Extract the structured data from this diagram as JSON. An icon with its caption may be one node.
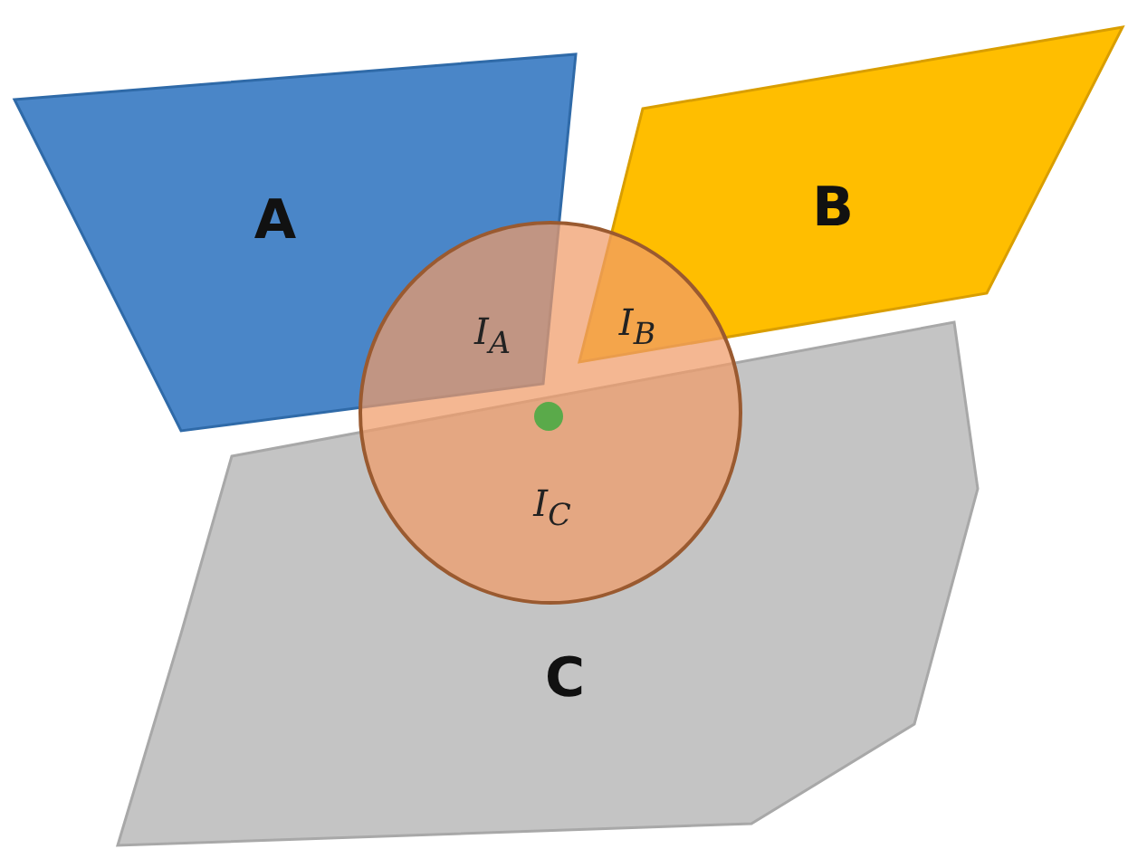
{
  "diagram": {
    "nodes": [
      {
        "text": [
          "A"
        ]
      },
      {
        "text": [
          "B"
        ]
      },
      {
        "text": [
          "I$_{A}$",
          "I$_{B}$",
          "I$_{C}$"
        ]
      },
      {
        "text": [
          "C"
        ]
      }
    ]
  }
}
